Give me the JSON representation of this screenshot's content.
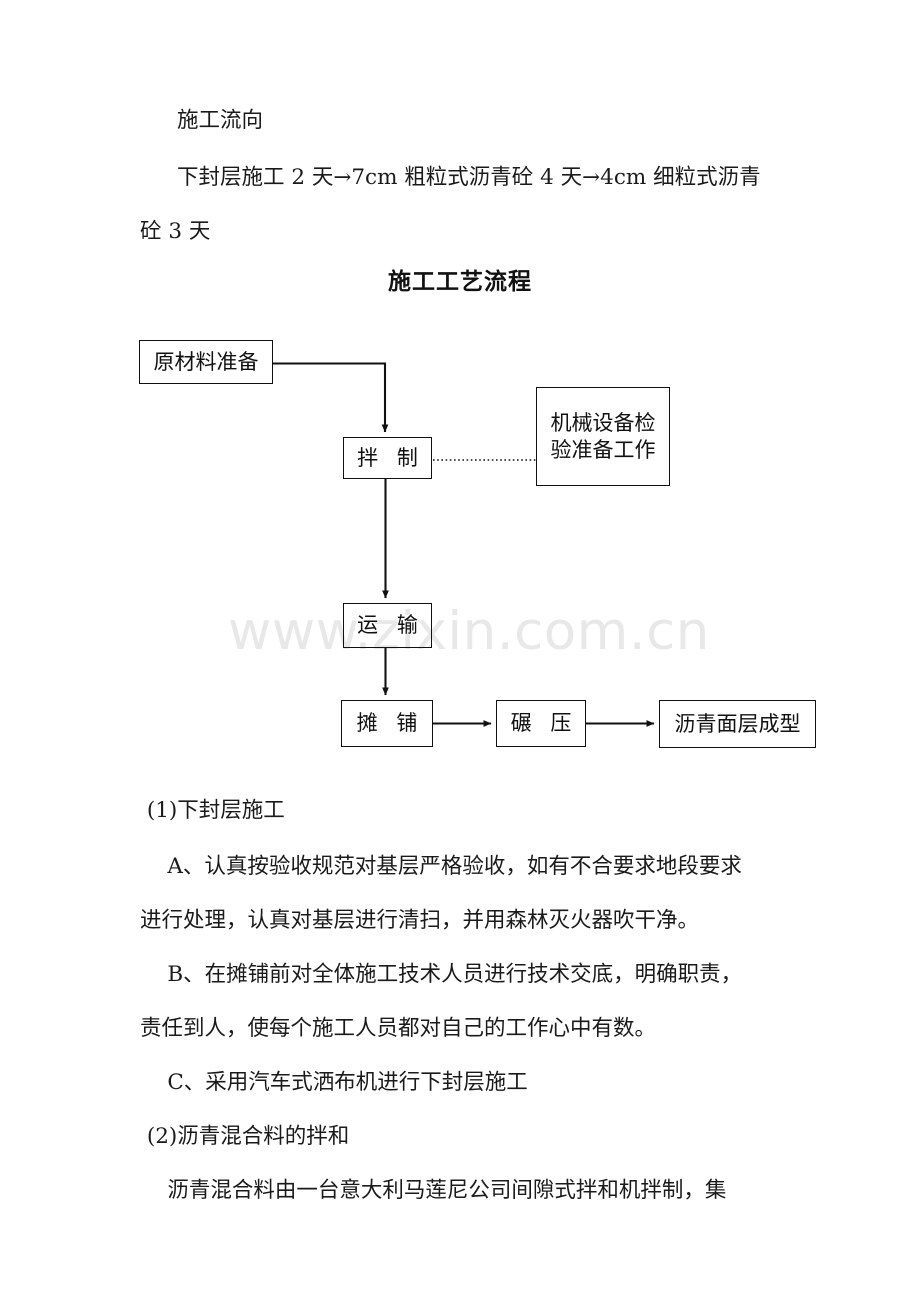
{
  "document": {
    "intro": {
      "line1": "施工流向",
      "line2": "下封层施工 2 天→7cm 粗粒式沥青砼 4 天→4cm 细粒式沥青",
      "line3": "砼 3 天"
    },
    "section_title": "施工工艺流程",
    "flowchart": {
      "nodes": {
        "raw_material": "原材料准备",
        "mixing": "拌 制",
        "machine_check": "机械设备检\n验准备工作",
        "transport": "运 输",
        "spreading": "摊 铺",
        "rolling": "碾 压",
        "final": "沥青面层成型"
      },
      "connectors": [
        {
          "from": "raw_material",
          "to": "mixing",
          "style": "solid-arrow-elbow"
        },
        {
          "from": "mixing",
          "to": "machine_check",
          "style": "dotted"
        },
        {
          "from": "mixing",
          "to": "transport",
          "style": "solid-arrow-down"
        },
        {
          "from": "transport",
          "to": "spreading",
          "style": "solid-arrow-down"
        },
        {
          "from": "spreading",
          "to": "rolling",
          "style": "solid-arrow-right"
        },
        {
          "from": "rolling",
          "to": "final",
          "style": "solid-arrow-right"
        }
      ]
    },
    "body": {
      "item1_heading": " (1)下封层施工",
      "item1_a_line1": "    A、认真按验收规范对基层严格验收，如有不合要求地段要求",
      "item1_a_line2": "进行处理，认真对基层进行清扫，并用森林灭火器吹干净。",
      "item1_b_line1": "    B、在摊铺前对全体施工技术人员进行技术交底，明确职责，",
      "item1_b_line2": "责任到人，使每个施工人员都对自己的工作心中有数。",
      "item1_c_line1": "    C、采用汽车式洒布机进行下封层施工",
      "item2_heading": " (2)沥青混合料的拌和",
      "item2_line1": "    沥青混合料由一台意大利马莲尼公司间隙式拌和机拌制，集"
    },
    "watermark": "www.zixin.com.cn",
    "colors": {
      "text": "#1a1a1a",
      "line": "#111111",
      "watermark": "#e8e8e8",
      "background": "#ffffff"
    }
  }
}
